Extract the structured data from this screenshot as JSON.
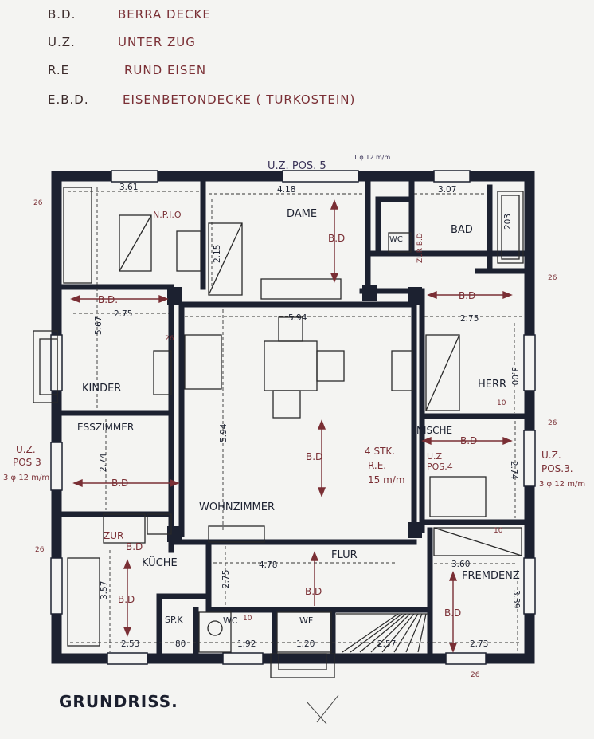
{
  "legend": [
    {
      "abbr": "B.D.",
      "full": "BERRA DECKE"
    },
    {
      "abbr": "U.Z.",
      "full": "UNTER ZUG"
    },
    {
      "abbr": "R.E",
      "full": "RUND EISEN"
    },
    {
      "abbr": "E.B.D.",
      "full": "EISENBETONDECKE ( TURKOSTEIN)"
    }
  ],
  "top_note": {
    "label": "U.Z. POS. 5",
    "sub": "T φ 12 m/m"
  },
  "rooms": {
    "dame": "DAME",
    "bad": "BAD",
    "wc_top": "WC",
    "kinder": "KINDER",
    "herr": "HERR",
    "esszimmer": "ESSZIMMER",
    "nische": "NISCHE",
    "wohnzimmer": "WOHNZIMMER",
    "kueche": "KÜCHE",
    "flur": "FLUR",
    "fremdenz": "FREMDENZ",
    "spk": "SP.K",
    "wc_bottom": "WC",
    "wf": "WF"
  },
  "dims": {
    "d361": "3.61",
    "d418": "4.18",
    "d307": "3.07",
    "d203": "203",
    "d215": "2.15",
    "d567": "5.67",
    "d275a": "2.75",
    "d594a": "5.94",
    "d275b": "2.75",
    "d300": "3.00",
    "d594b": "5.94",
    "d274a": "2.74",
    "d274b": "2.74",
    "d478": "4.78",
    "d275c": "2.75",
    "d360": "3.60",
    "d357": "3.57",
    "d339": "3.39",
    "d253": "2.53",
    "d80": "80",
    "d192": "1.92",
    "d120": "1.20",
    "d257": "2.57",
    "d273": "2.73"
  },
  "annotations": {
    "npio": "N.P.I.O",
    "bd_dame": "B.D",
    "zur_bd_top": "ZUR B.D",
    "bd_kinder": "B.D.",
    "bd_herr": "B.D",
    "bd_ess": "B.D",
    "bd_nische": "B.D",
    "bd_wohn": "B.D",
    "stk": "4 STK.",
    "re": "R.E.",
    "mm15": "15 m/m",
    "uz_pos4_a": "U.Z",
    "uz_pos4_b": "POS.4",
    "uz_left_a": "U.Z.",
    "uz_left_b": "POS 3",
    "uz_left_c": "3 φ 12 m/m",
    "uz_right_a": "U.Z.",
    "uz_right_b": "POS.3.",
    "uz_right_c": "3 φ 12 m/m",
    "zur": "ZUR",
    "bd_kueche_a": "B.D",
    "bd_kueche_b": "B.D",
    "bd_flur": "B.D",
    "bd_fremd": "B.D",
    "n26a": "26",
    "n26b": "26",
    "n26c": "26",
    "n26d": "26",
    "n26e": "26",
    "n26f": "26",
    "n10a": "10",
    "n10b": "10",
    "n10c": "10"
  },
  "title": "GRUNDRISS.",
  "colors": {
    "wall": "#1c2130",
    "red": "#7a2f35",
    "ink": "#2a2a2a",
    "paper": "#f4f4f2"
  }
}
